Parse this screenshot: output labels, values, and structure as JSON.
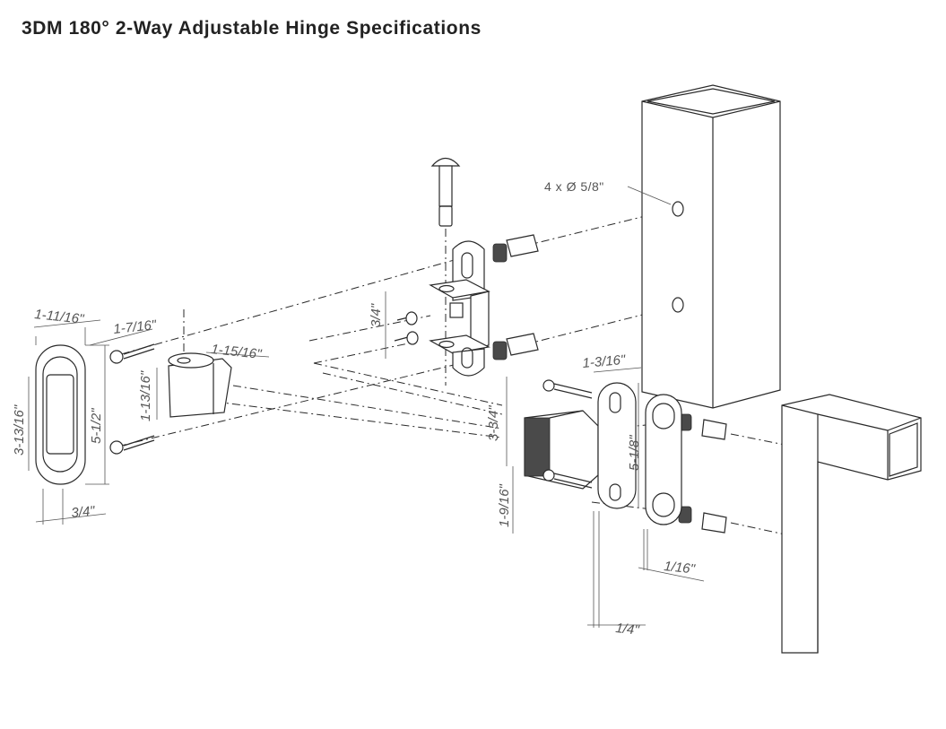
{
  "title": "3DM  180° 2-Way Adjustable Hinge Specifications",
  "callouts": {
    "hole_note": "4 x Ø 5/8\""
  },
  "dimensions": {
    "left_plate_width": "1-11/16\"",
    "left_plate_height": "5-1/2\"",
    "left_plate_inner": "3-13/16\"",
    "left_plate_depth": "3/4\"",
    "screw_length": "1-7/16\"",
    "knuckle_width": "1-15/16\"",
    "knuckle_height": "1-13/16\"",
    "bracket_spacing": "3/4\"",
    "right_plate_width": "1-3/16\"",
    "right_plate_height": "5-1/8\"",
    "right_body_height": "3-3/4\"",
    "right_lower_offset": "1-9/16\"",
    "right_plate_thickness": "1/4\"",
    "spacer_thickness": "1/16\""
  }
}
